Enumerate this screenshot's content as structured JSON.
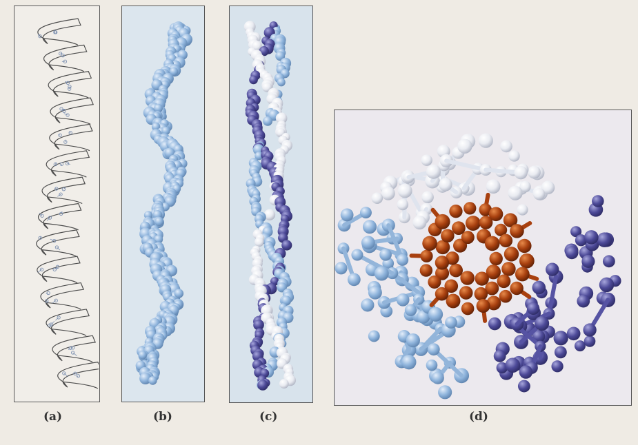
{
  "panels": [
    {
      "id": "a",
      "label": "(a)"
    },
    {
      "id": "b",
      "label": "(b)"
    },
    {
      "id": "c",
      "label": "(c)"
    },
    {
      "id": "d",
      "label": "(d)"
    }
  ],
  "colors": {
    "background": "#efebe4",
    "ribbon": "#4d4d4d",
    "light_blue": "#8fb4dc",
    "dark_blue": "#4d4a98",
    "pale": "#e9ebf1",
    "core_orange": "#a8400f"
  }
}
